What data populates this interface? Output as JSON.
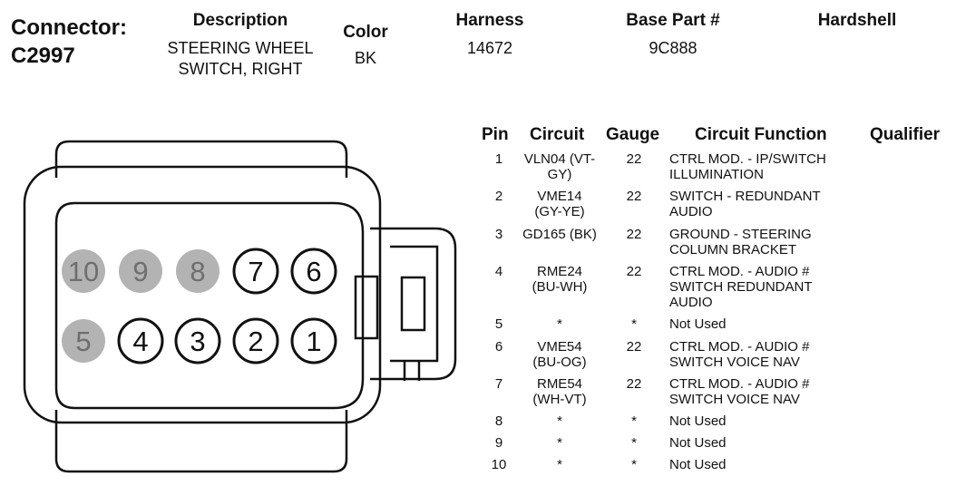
{
  "header": {
    "connector_label": "Connector:",
    "connector_id": "C2997",
    "description_label": "Description",
    "description_value_line1": "STEERING WHEEL",
    "description_value_line2": "SWITCH, RIGHT",
    "color_label": "Color",
    "color_value": "BK",
    "harness_label": "Harness",
    "harness_value": "14672",
    "base_part_label": "Base Part #",
    "base_part_value": "9C888",
    "hardshell_label": "Hardshell"
  },
  "table": {
    "headers": {
      "pin": "Pin",
      "circuit": "Circuit",
      "gauge": "Gauge",
      "function": "Circuit Function",
      "qualifier": "Qualifier"
    },
    "rows": [
      {
        "pin": "1",
        "circuit": [
          "VLN04 (VT-",
          "GY)"
        ],
        "gauge": "22",
        "function": [
          "CTRL MOD. - IP/SWITCH",
          "ILLUMINATION"
        ]
      },
      {
        "pin": "2",
        "circuit": [
          "VME14",
          "(GY-YE)"
        ],
        "gauge": "22",
        "function": [
          "SWITCH - REDUNDANT",
          "AUDIO"
        ]
      },
      {
        "pin": "3",
        "circuit": [
          "GD165 (BK)"
        ],
        "gauge": "22",
        "function": [
          "GROUND - STEERING",
          "COLUMN BRACKET"
        ]
      },
      {
        "pin": "4",
        "circuit": [
          "RME24",
          "(BU-WH)"
        ],
        "gauge": "22",
        "function": [
          "CTRL MOD. - AUDIO #",
          "SWITCH REDUNDANT",
          "AUDIO"
        ]
      },
      {
        "pin": "5",
        "circuit": [
          "*"
        ],
        "gauge": "*",
        "function": [
          "Not Used"
        ]
      },
      {
        "pin": "6",
        "circuit": [
          "VME54",
          "(BU-OG)"
        ],
        "gauge": "22",
        "function": [
          "CTRL MOD. - AUDIO #",
          "SWITCH VOICE NAV"
        ]
      },
      {
        "pin": "7",
        "circuit": [
          "RME54",
          "(WH-VT)"
        ],
        "gauge": "22",
        "function": [
          "CTRL MOD. - AUDIO #",
          "SWITCH VOICE NAV"
        ]
      },
      {
        "pin": "8",
        "circuit": [
          "*"
        ],
        "gauge": "*",
        "function": [
          "Not Used"
        ]
      },
      {
        "pin": "9",
        "circuit": [
          "*"
        ],
        "gauge": "*",
        "function": [
          "Not Used"
        ]
      },
      {
        "pin": "10",
        "circuit": [
          "*"
        ],
        "gauge": "*",
        "function": [
          "Not Used"
        ]
      }
    ]
  },
  "connector_diagram": {
    "top_row_pins": [
      {
        "label": "10",
        "used": false
      },
      {
        "label": "9",
        "used": false
      },
      {
        "label": "8",
        "used": false
      },
      {
        "label": "7",
        "used": true
      },
      {
        "label": "6",
        "used": true
      }
    ],
    "bottom_row_pins": [
      {
        "label": "5",
        "used": false
      },
      {
        "label": "4",
        "used": true
      },
      {
        "label": "3",
        "used": true
      },
      {
        "label": "2",
        "used": true
      },
      {
        "label": "1",
        "used": true
      }
    ],
    "colors": {
      "unused_fill": "#b3b3b3",
      "used_fill": "#ffffff",
      "outline": "#111111"
    }
  }
}
